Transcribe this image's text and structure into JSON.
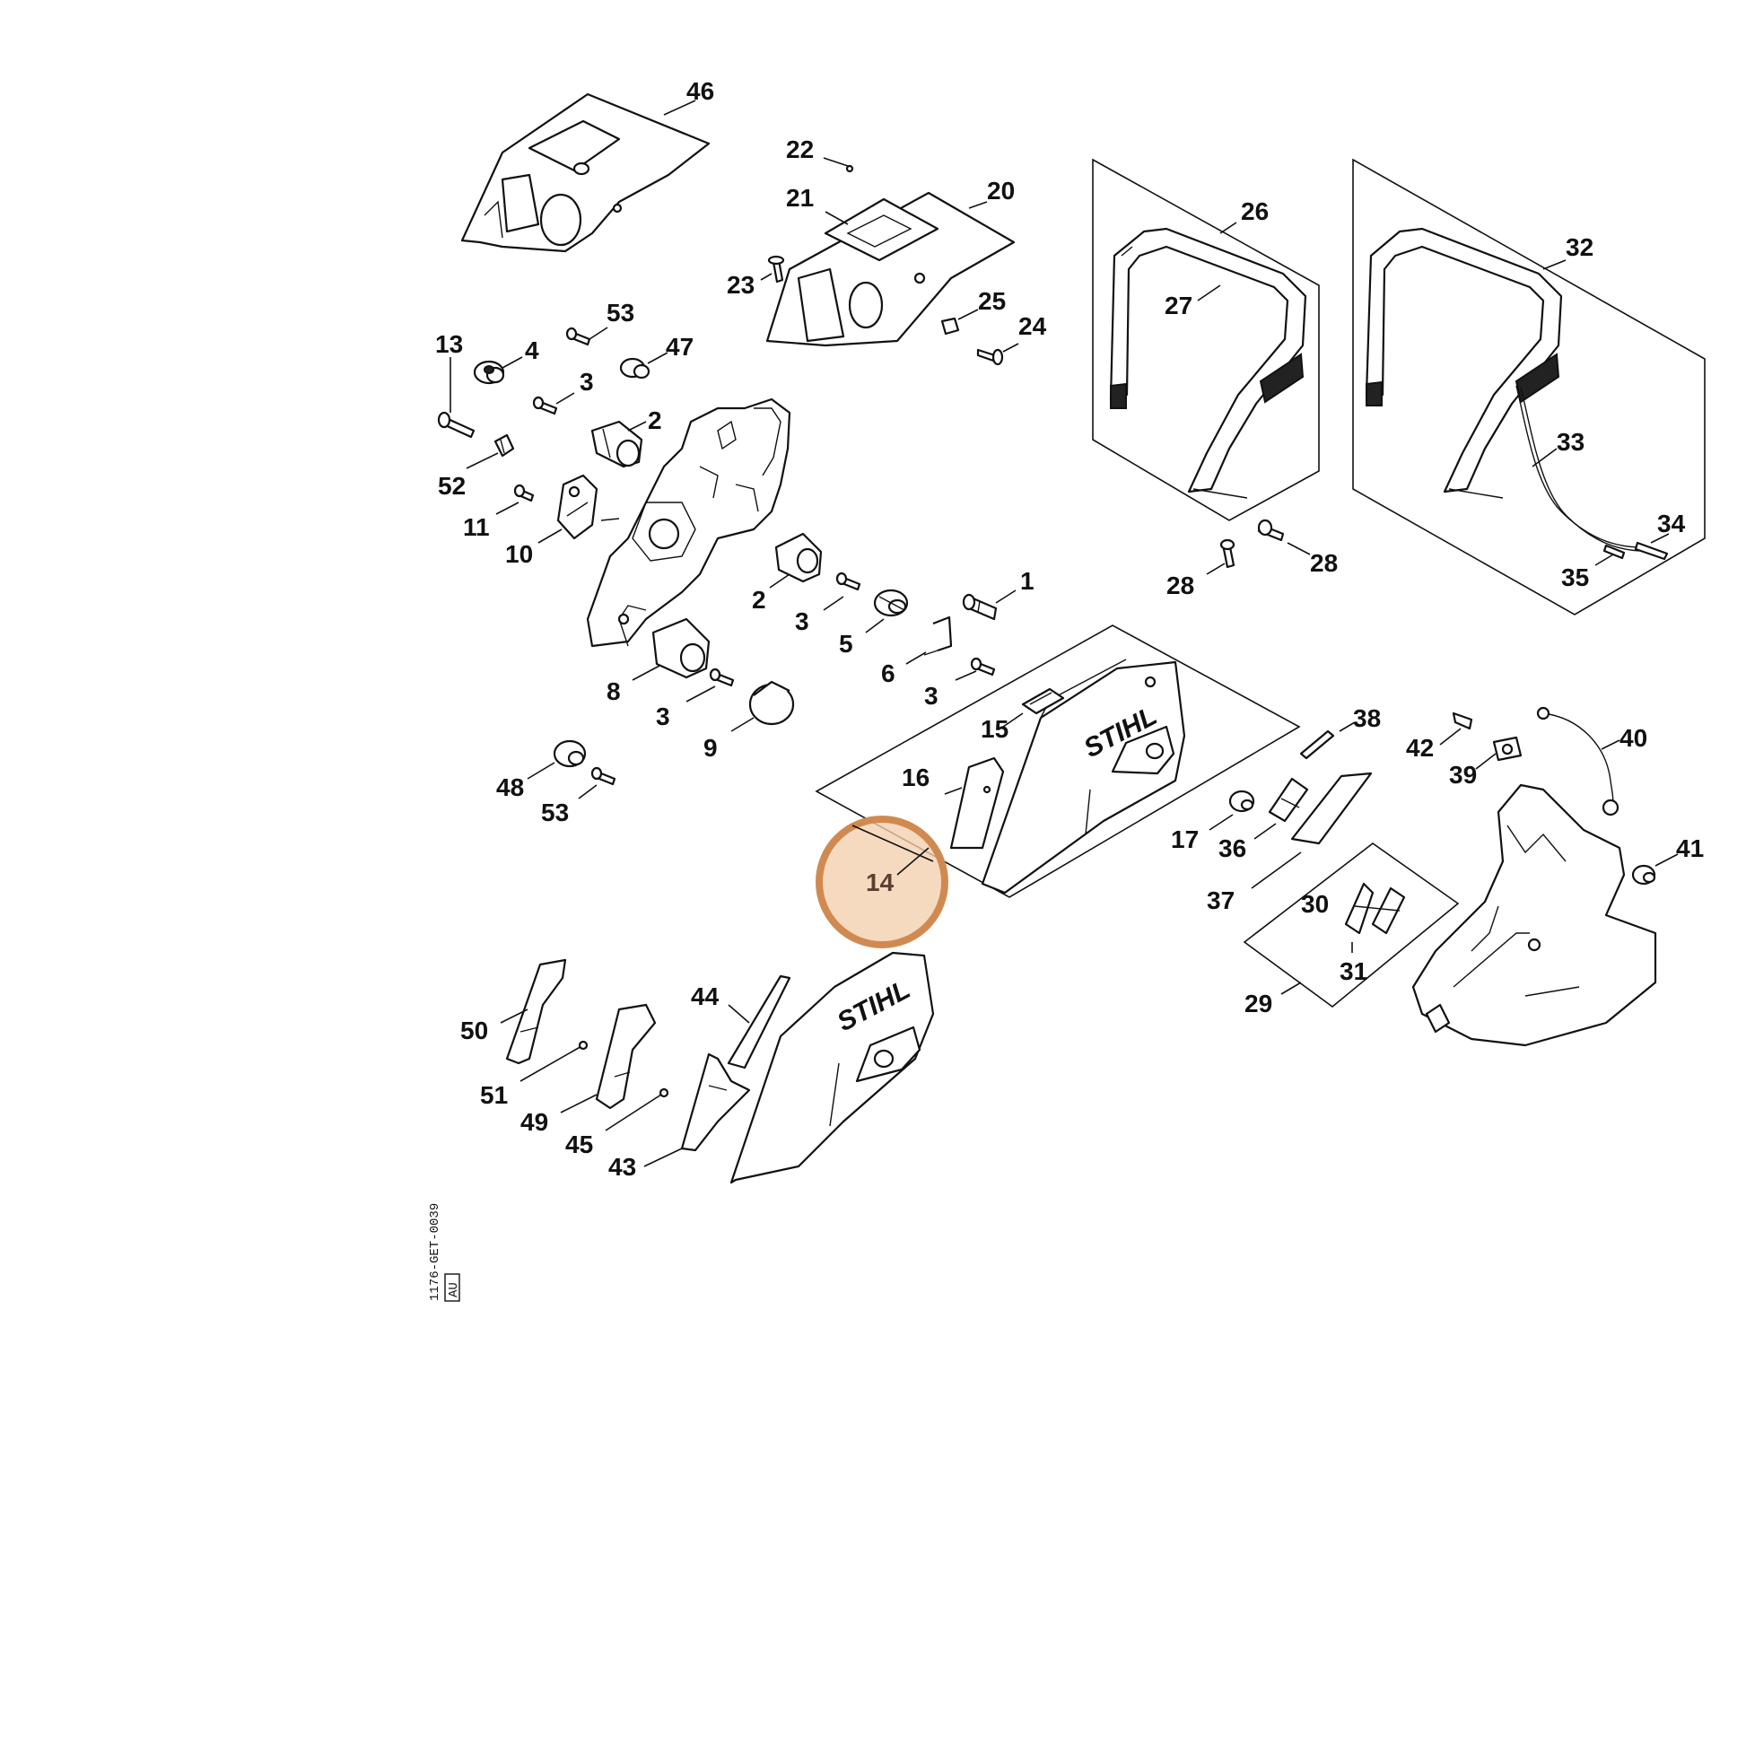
{
  "diagram": {
    "highlight": {
      "label": "14",
      "color": "#d08a50",
      "fill": "#f2cfae"
    },
    "brand_text": "STIHL",
    "drawing_code": "1176-GET-0039",
    "drawing_code_box": "AU",
    "callouts": {
      "c1": "1",
      "c2a": "2",
      "c2b": "2",
      "c3a": "3",
      "c3b": "3",
      "c3c": "3",
      "c3d": "3",
      "c3e": "3",
      "c4": "4",
      "c5": "5",
      "c6": "6",
      "c8": "8",
      "c9": "9",
      "c10": "10",
      "c11": "11",
      "c13": "13",
      "c15": "15",
      "c16": "16",
      "c17": "17",
      "c20": "20",
      "c21": "21",
      "c22": "22",
      "c23": "23",
      "c24": "24",
      "c25": "25",
      "c26": "26",
      "c27": "27",
      "c28a": "28",
      "c28b": "28",
      "c29": "29",
      "c30": "30",
      "c31": "31",
      "c32": "32",
      "c33": "33",
      "c34": "34",
      "c35": "35",
      "c36": "36",
      "c37": "37",
      "c38": "38",
      "c39": "39",
      "c40": "40",
      "c41": "41",
      "c42": "42",
      "c43": "43",
      "c44": "44",
      "c45": "45",
      "c46": "46",
      "c47": "47",
      "c48": "48",
      "c49": "49",
      "c50": "50",
      "c51": "51",
      "c52": "52",
      "c53a": "53",
      "c53b": "53"
    }
  }
}
